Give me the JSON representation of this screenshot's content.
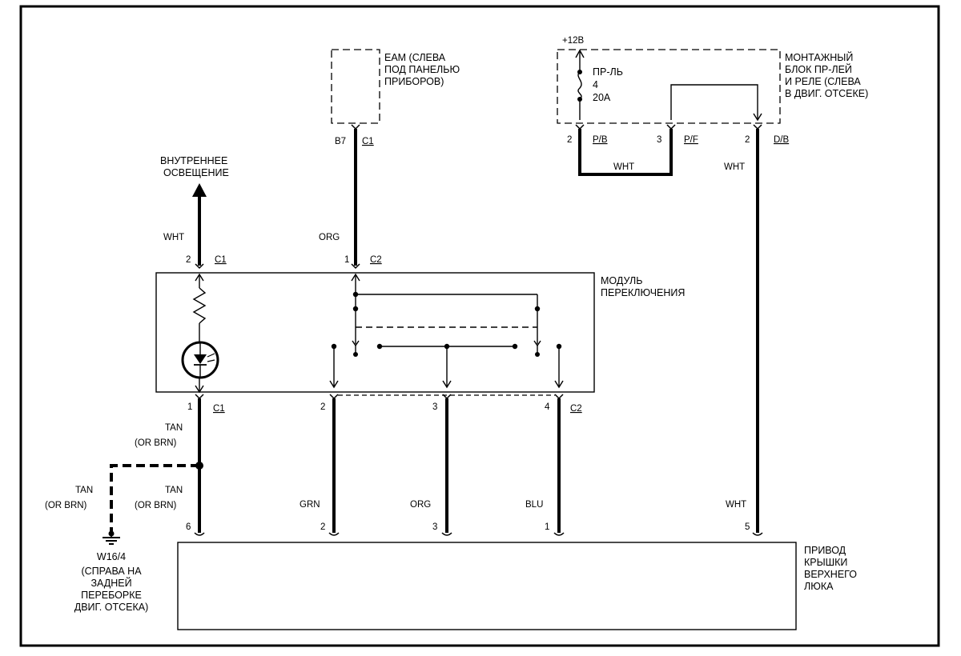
{
  "components": {
    "eam": {
      "lines": [
        "ЕАМ (СЛЕВА",
        "ПОД ПАНЕЛЬЮ",
        "ПРИБОРОВ)"
      ]
    },
    "relay_block": {
      "lines": [
        "МОНТАЖНЫЙ",
        "БЛОК ПР-ЛЕЙ",
        "И  РЕЛЕ (СЛЕВА",
        "В ДВИГ. ОТСЕКЕ)"
      ]
    },
    "fuse": {
      "lines": [
        "ПР-ЛЬ",
        "4",
        "20А"
      ],
      "supply": "+12В"
    },
    "interior_light": {
      "lines": [
        "ВНУТРЕННЕЕ",
        "ОСВЕЩЕНИЕ"
      ]
    },
    "switch_module": {
      "lines": [
        "МОДУЛЬ",
        "ПЕРЕКЛЮЧЕНИЯ"
      ]
    },
    "actuator": {
      "lines": [
        "ПРИВОД",
        "КРЫШКИ",
        "ВЕРХНЕГО",
        "ЛЮКА"
      ]
    },
    "ground": {
      "lines": [
        "W16/4",
        "(СПРАВА НА",
        "ЗАДНЕЙ",
        "ПЕРЕБОРКЕ",
        "ДВИГ. ОТСЕКА)"
      ]
    }
  },
  "pins": {
    "eam_b7": {
      "pin": "B7",
      "conn": "C1"
    },
    "relay_1": {
      "pin": "2",
      "conn": "P/B"
    },
    "relay_2": {
      "pin": "3",
      "conn": "P/F"
    },
    "relay_3": {
      "pin": "2",
      "conn": "D/B"
    },
    "mod_top_left": {
      "pin": "2",
      "conn": "C1"
    },
    "mod_top_right": {
      "pin": "1",
      "conn": "C2"
    },
    "mod_bot_left": {
      "pin": "1",
      "conn": "C1"
    },
    "mod_bot_2": {
      "pin": "2"
    },
    "mod_bot_3": {
      "pin": "3"
    },
    "mod_bot_4": {
      "pin": "4",
      "conn": "C2"
    },
    "act_6": {
      "pin": "6"
    },
    "act_2": {
      "pin": "2"
    },
    "act_3": {
      "pin": "3"
    },
    "act_1": {
      "pin": "1"
    },
    "act_5": {
      "pin": "5"
    }
  },
  "wires": {
    "light": "WHT",
    "eam": "ORG",
    "relay_jumper": "WHT",
    "relay_down": "WHT",
    "relay_down_lower": "WHT",
    "ground_upper": [
      "TAN",
      "(OR BRN)"
    ],
    "ground_lower": [
      "TAN",
      "(OR BRN)"
    ],
    "ground_branch": [
      "TAN",
      "(OR BRN)"
    ],
    "grn": "GRN",
    "org": "ORG",
    "blu": "BLU"
  }
}
